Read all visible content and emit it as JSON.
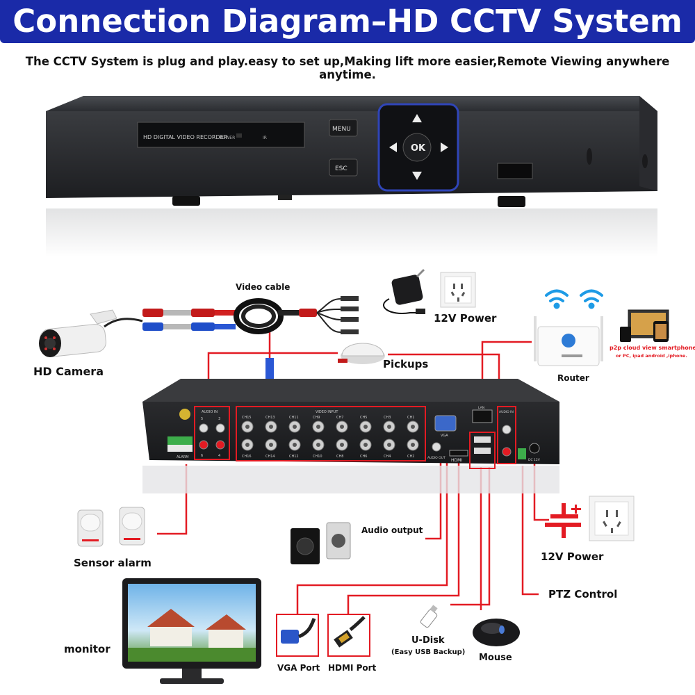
{
  "header": {
    "title": "Connection Diagram–HD CCTV System",
    "subtitle": "The CCTV System is plug and play.easy to set up,Making lift more easier,Remote Viewing anywhere anytime."
  },
  "dvr_front": {
    "model_label": "HD DIGITAL VIDEO RECORDER",
    "power_label": "POWER",
    "ir_label": "IR",
    "menu_label": "MENU",
    "esc_label": "ESC",
    "ok_label": "OK"
  },
  "rear_panel": {
    "audio_in_label": "AUDIO IN",
    "video_input_label": "VIDEO INPUT",
    "audio_in_right_label": "AUDIO IN",
    "lan_label": "LAN",
    "vga_label": "VGA",
    "hdmi_label": "HDMI",
    "audio_out_label": "AUDIO OUT",
    "dc_label": "DC 12V",
    "alarm_label": "ALARM",
    "top_channels": [
      "CH15",
      "CH13",
      "CH11",
      "CH9",
      "CH7",
      "CH5",
      "CH3",
      "CH1"
    ],
    "bottom_channels": [
      "CH16",
      "CH14",
      "CH12",
      "CH10",
      "CH8",
      "CH6",
      "CH4",
      "CH2"
    ],
    "audio_nums_top": [
      "5",
      "3"
    ],
    "audio_nums_bottom": [
      "6",
      "4"
    ]
  },
  "labels": {
    "video_cable": "Video cable",
    "power_top": "12V Power",
    "hd_camera": "HD Camera",
    "pickups": "Pickups",
    "router": "Router",
    "p2p_line1": "p2p cloud  view smartphone",
    "p2p_line2": "or PC, ipad android ,iphone.",
    "audio_output": "Audio output",
    "sensor_alarm": "Sensor alarm",
    "power_right": "12V Power",
    "ptz_control": "PTZ Control",
    "monitor": "monitor",
    "vga_port": "VGA Port",
    "hdmi_port": "HDMI Port",
    "udisk": "U-Disk",
    "udisk_sub": "(Easy USB Backup)",
    "mouse": "Mouse"
  },
  "colors": {
    "banner": "#1a2aa8",
    "wire": "#e31b23",
    "text": "#111111"
  }
}
